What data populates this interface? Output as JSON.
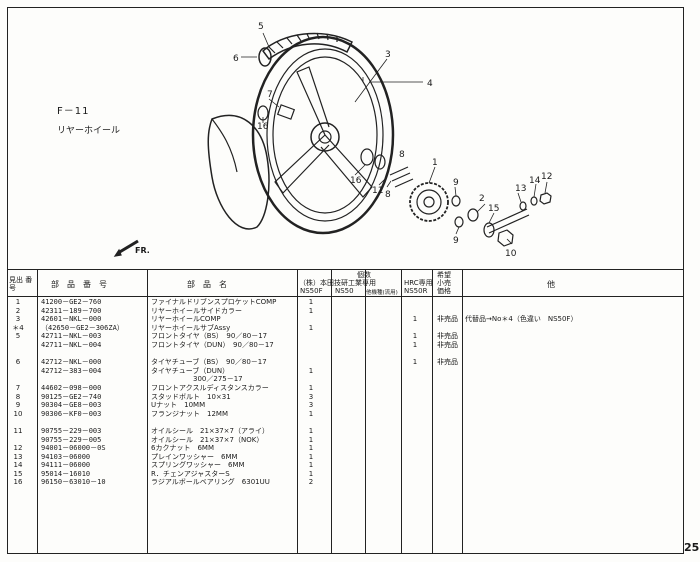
{
  "figure": {
    "code": "F－11",
    "title": "リヤーホイール",
    "direction": "FR.",
    "callouts": [
      "5",
      "6",
      "3",
      "4",
      "7",
      "16",
      "8",
      "1",
      "16",
      "11",
      "8",
      "9",
      "2",
      "15",
      "13",
      "14",
      "12",
      "9",
      "10"
    ]
  },
  "table": {
    "headers": {
      "ref_no": "見出 番号",
      "part_no": "部　品　番　号",
      "part_name": "部　品　名",
      "qty_title": "個数",
      "maker": "（株）本田技研工業専用",
      "hrc": "HRC専用",
      "col1": "NS50F",
      "col2": "NS50",
      "col3": "他機種(流用)",
      "col4": "NS50R",
      "remark_group": "希望 小売 価格",
      "remark": "他"
    },
    "rows": [
      {
        "ref": "1",
        "part": "41200－GE2－760",
        "name": "ファイナルドリブンスプロケットCOMP",
        "q1": "1",
        "q2": "",
        "q3": "",
        "q4": "",
        "rem": ""
      },
      {
        "ref": "2",
        "part": "42311－189－700",
        "name": "リヤーホイールサイドカラー",
        "q1": "1",
        "q2": "",
        "q3": "",
        "q4": "",
        "rem": ""
      },
      {
        "ref": "3",
        "part": "42601－NKL－000",
        "name": "リヤーホイールCOMP",
        "q1": "",
        "q2": "",
        "q3": "",
        "q4": "1",
        "rem": "非売品　代替品→No＊4（色違い　NS50F）"
      },
      {
        "ref": "＊4",
        "part": "（42650－GE2－306ZA）",
        "name": "リヤーホイールサブAssy",
        "q1": "1",
        "q2": "",
        "q3": "",
        "q4": "",
        "rem": ""
      },
      {
        "ref": "5",
        "part": "42711－NKL－003",
        "name": "フロントタイヤ（BS）　90／80－17",
        "q1": "",
        "q2": "",
        "q3": "",
        "q4": "1",
        "rem": "非売品"
      },
      {
        "ref": "",
        "part": "42711－NKL－004",
        "name": "フロントタイヤ（DUN）　90／80－17",
        "q1": "",
        "q2": "",
        "q3": "",
        "q4": "1",
        "rem": "非売品"
      },
      {
        "ref": "",
        "part": "",
        "name": "",
        "q1": "",
        "q2": "",
        "q3": "",
        "q4": "",
        "rem": ""
      },
      {
        "ref": "6",
        "part": "42712－NKL－000",
        "name": "タイヤチューブ（BS）　90／80－17",
        "q1": "",
        "q2": "",
        "q3": "",
        "q4": "1",
        "rem": "非売品"
      },
      {
        "ref": "",
        "part": "42712－383－004",
        "name": "タイヤチューブ（DUN）",
        "q1": "1",
        "q2": "",
        "q3": "",
        "q4": "",
        "rem": ""
      },
      {
        "ref": "",
        "part": "",
        "name": "　　　　　　300／275－17",
        "q1": "",
        "q2": "",
        "q3": "",
        "q4": "",
        "rem": ""
      },
      {
        "ref": "7",
        "part": "44602－098－000",
        "name": "フロントアクスルディスタンスカラー",
        "q1": "1",
        "q2": "",
        "q3": "",
        "q4": "",
        "rem": ""
      },
      {
        "ref": "8",
        "part": "90125－GE2－740",
        "name": "スタッドボルト　10×31",
        "q1": "3",
        "q2": "",
        "q3": "",
        "q4": "",
        "rem": ""
      },
      {
        "ref": "9",
        "part": "90304－GE8－003",
        "name": "Uナット　10MM",
        "q1": "3",
        "q2": "",
        "q3": "",
        "q4": "",
        "rem": ""
      },
      {
        "ref": "10",
        "part": "90306－KF0－003",
        "name": "フランジナット　12MM",
        "q1": "1",
        "q2": "",
        "q3": "",
        "q4": "",
        "rem": ""
      },
      {
        "ref": "",
        "part": "",
        "name": "",
        "q1": "",
        "q2": "",
        "q3": "",
        "q4": "",
        "rem": ""
      },
      {
        "ref": "11",
        "part": "90755－229－003",
        "name": "オイルシール　21×37×7（アライ）",
        "q1": "1",
        "q2": "",
        "q3": "",
        "q4": "",
        "rem": ""
      },
      {
        "ref": "",
        "part": "90755－229－005",
        "name": "オイルシール　21×37×7（NOK）",
        "q1": "1",
        "q2": "",
        "q3": "",
        "q4": "",
        "rem": ""
      },
      {
        "ref": "12",
        "part": "94001－06000－0S",
        "name": "6カクナット　6MM",
        "q1": "1",
        "q2": "",
        "q3": "",
        "q4": "",
        "rem": ""
      },
      {
        "ref": "13",
        "part": "94103－06000",
        "name": "プレインワッシャー　6MM",
        "q1": "1",
        "q2": "",
        "q3": "",
        "q4": "",
        "rem": ""
      },
      {
        "ref": "14",
        "part": "94111－06000",
        "name": "スプリングワッシャー　6MM",
        "q1": "1",
        "q2": "",
        "q3": "",
        "q4": "",
        "rem": ""
      },
      {
        "ref": "15",
        "part": "95014－16010",
        "name": "R．チェンアジャスターS",
        "q1": "1",
        "q2": "",
        "q3": "",
        "q4": "",
        "rem": ""
      },
      {
        "ref": "16",
        "part": "96150－63010－10",
        "name": "ラジアルボールベアリング　6301UU",
        "q1": "2",
        "q2": "",
        "q3": "",
        "q4": "",
        "rem": ""
      }
    ]
  },
  "page_number": "25"
}
